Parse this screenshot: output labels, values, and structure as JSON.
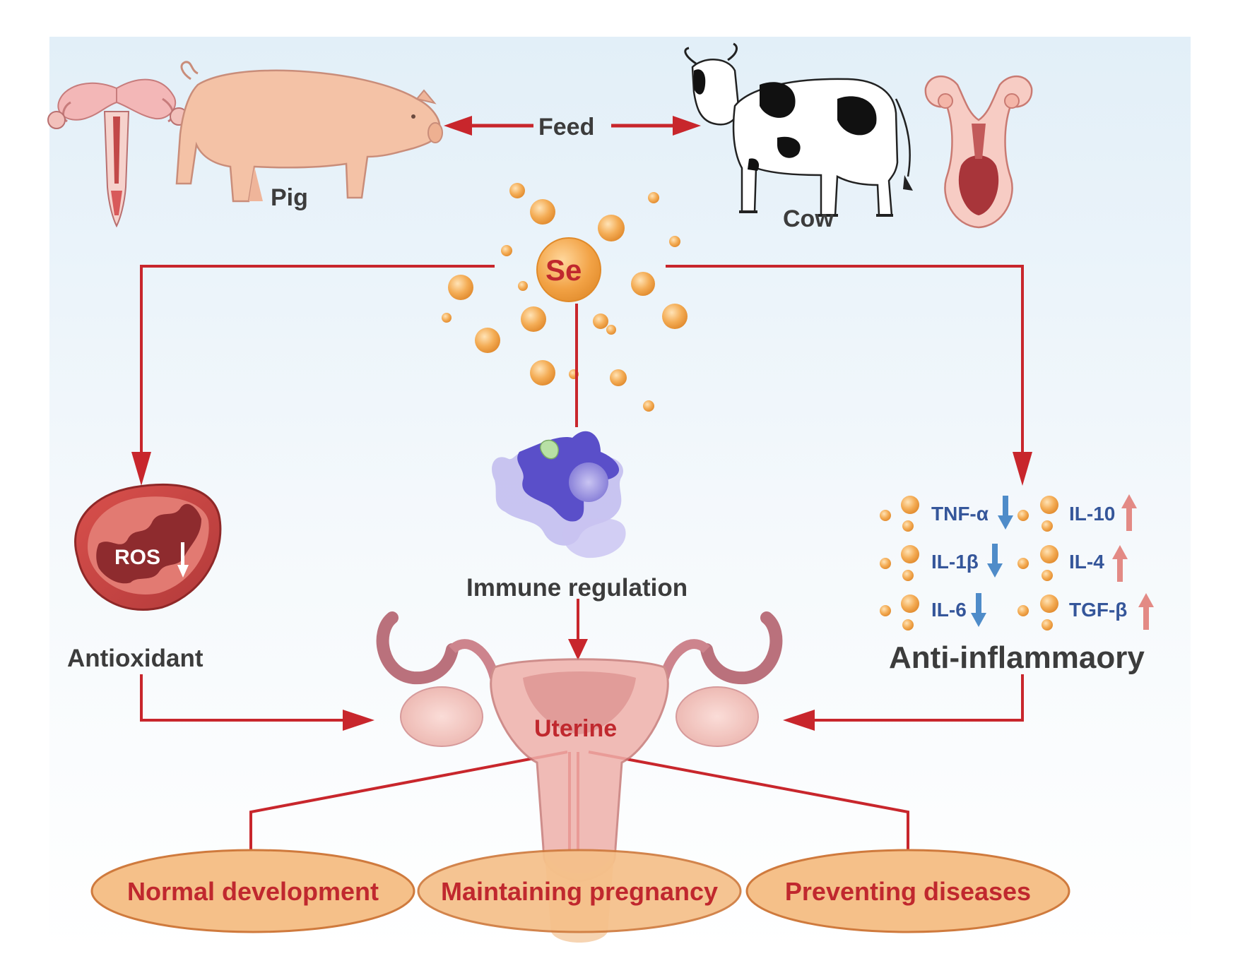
{
  "labels": {
    "feed": "Feed",
    "pig": "Pig",
    "cow": "Cow",
    "selenium": "Se",
    "ros": "ROS",
    "antioxidant": "Antioxidant",
    "immune": "Immune regulation",
    "anti_inflammatory": "Anti-inflammaory",
    "uterine": "Uterine"
  },
  "cytokines": {
    "down": [
      "TNF-α",
      "IL-1β",
      "IL-6"
    ],
    "up": [
      "IL-10",
      "IL-4",
      "TGF-β"
    ]
  },
  "outcomes": [
    "Normal development",
    "Maintaining pregnancy",
    "Preventing diseases"
  ],
  "colors": {
    "arrow_red": "#c8262c",
    "text_red": "#c0282e",
    "selenium_orange": "#f0a145",
    "cytokine_blue": "#35569a",
    "down_arrow_blue": "#4f8cc9",
    "up_arrow_pink": "#e38a85",
    "oval_fill": "#f5c089",
    "oval_stroke": "#cf7a3d",
    "background_top": "#e4f0f8"
  }
}
